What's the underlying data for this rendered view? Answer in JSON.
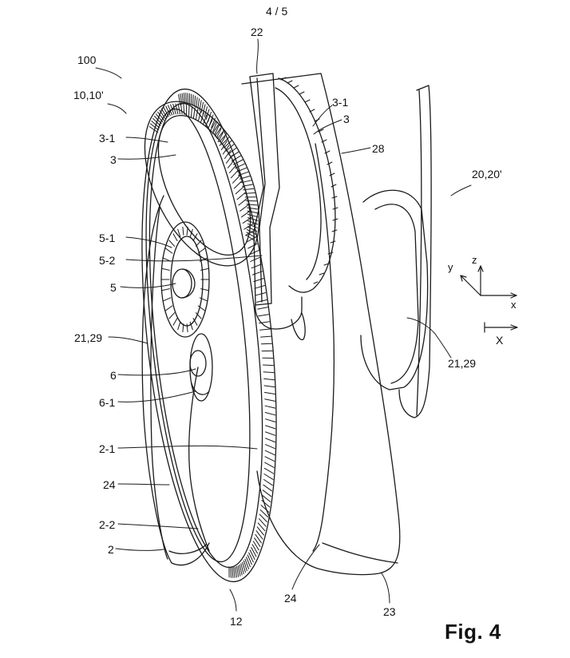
{
  "page": {
    "number": "4 / 5"
  },
  "caption": {
    "text": "Fig. 4"
  },
  "labels": {
    "l100": "100",
    "l10_10p": "10,10'",
    "l3_1_left": "3-1",
    "l3_left": "3",
    "l5_1": "5-1",
    "l5_2": "5-2",
    "l5": "5",
    "l21_29_left": "21,29",
    "l6": "6",
    "l6_1": "6-1",
    "l2_1": "2-1",
    "l24_left": "24",
    "l2_2": "2-2",
    "l2": "2",
    "l12": "12",
    "l24_bottom": "24",
    "l23": "23",
    "l22": "22",
    "l3_1_right": "3-1",
    "l3_right": "3",
    "l28": "28",
    "l20_20p": "20,20'",
    "l21_29_right": "21,29"
  },
  "axes": {
    "small_y": "y",
    "small_z": "z",
    "small_x": "x",
    "big_x": "X"
  },
  "colors": {
    "line": "#1a1a1a",
    "background": "#ffffff"
  }
}
